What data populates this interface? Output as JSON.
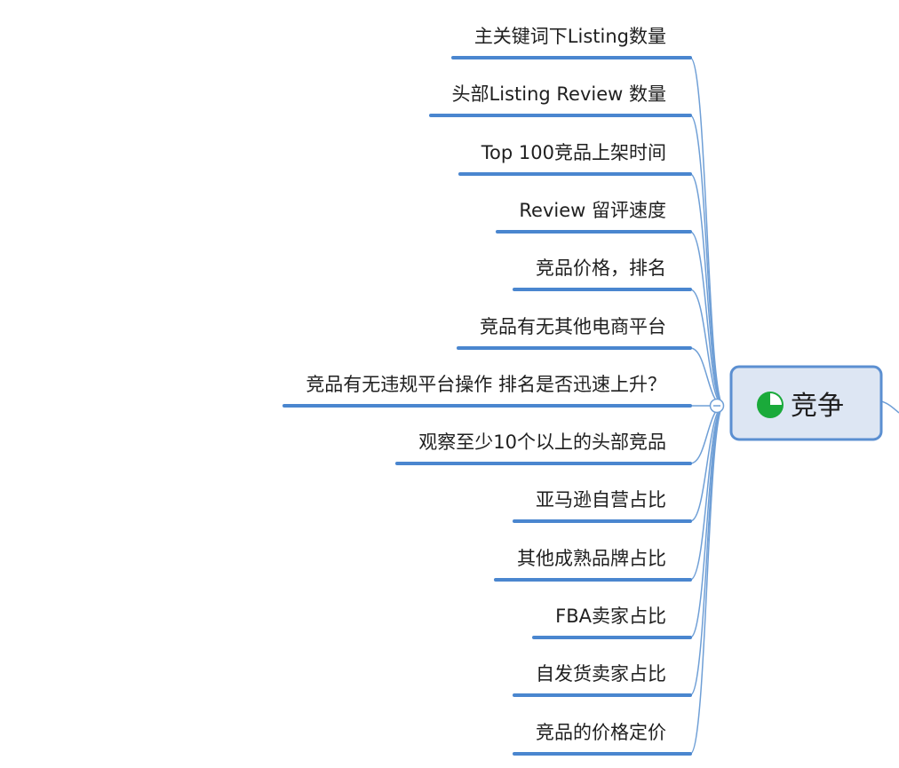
{
  "central_topic": {
    "label": "竞争",
    "marker_icon": "progress-quarter-icon",
    "marker_progress": 0.25
  },
  "subtopics": [
    {
      "label": "主关键词下Listing数量"
    },
    {
      "label": "头部Listing Review 数量"
    },
    {
      "label": "Top 100竞品上架时间"
    },
    {
      "label": "Review 留评速度"
    },
    {
      "label": "竞品价格，排名"
    },
    {
      "label": "竞品有无其他电商平台"
    },
    {
      "label": "竞品有无违规平台操作 排名是否迅速上升？"
    },
    {
      "label": "观察至少10个以上的头部竞品"
    },
    {
      "label": "亚马逊自营占比"
    },
    {
      "label": "其他成熟品牌占比"
    },
    {
      "label": "FBA卖家占比"
    },
    {
      "label": "自发货卖家占比"
    },
    {
      "label": "竞品的价格定价"
    }
  ],
  "colors": {
    "branch_line": "#4a86cf",
    "connector": "#6f9fd6",
    "central_fill": "#dde6f3",
    "central_border": "#5b8fd1",
    "marker_green": "#1aaa3a"
  }
}
